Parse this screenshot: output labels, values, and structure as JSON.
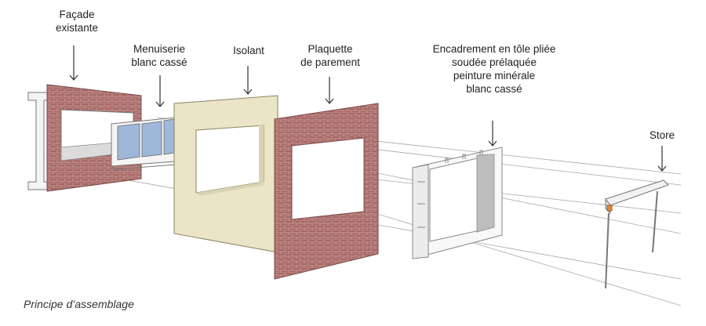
{
  "labels": {
    "facade": [
      "Façade",
      "existante"
    ],
    "menuiserie": [
      "Menuiserie",
      "blanc cassé"
    ],
    "isolant": [
      "Isolant"
    ],
    "plaquette": [
      "Plaquette",
      "de parement"
    ],
    "encadrement": [
      "Encadrement en tôle pliée",
      "soudée prélaquée",
      "peinture minérale",
      "blanc cassé"
    ],
    "store": [
      "Store"
    ]
  },
  "caption": "Principe d’assemblage",
  "colors": {
    "brick": "#a46a68",
    "brick_mortar": "#c99a97",
    "insulation": "#eae3c4",
    "glass": "#9fb8da",
    "frame": "#f2f2f2",
    "guide_lines": "#9a9a9a",
    "store_accent": "#d98a3a"
  },
  "icons": [
    "arrow-down-icon"
  ]
}
